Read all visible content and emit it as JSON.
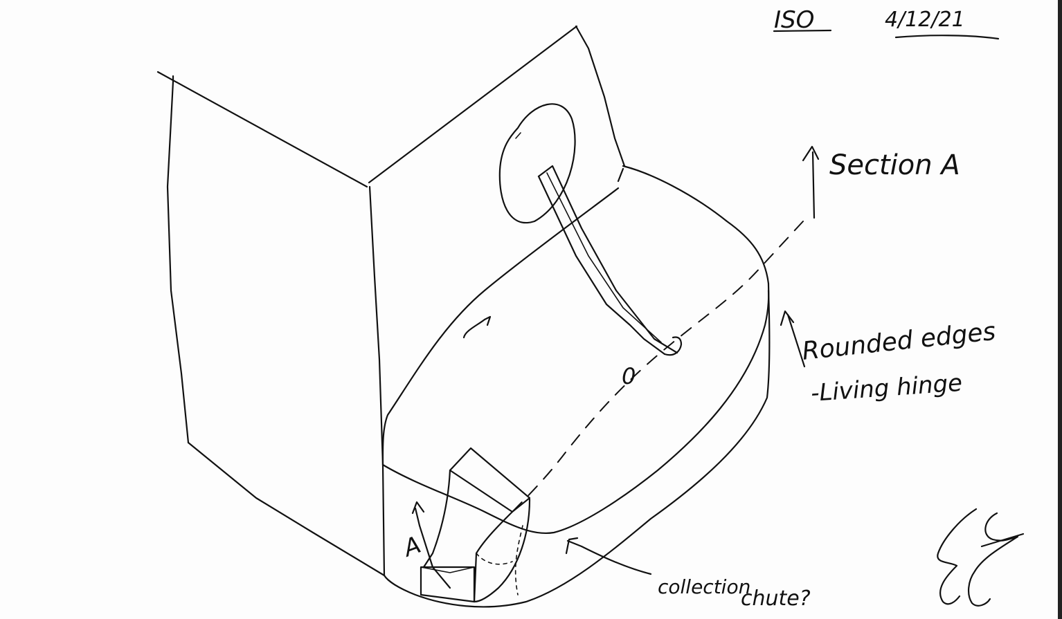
{
  "header": {
    "view_label": "ISO",
    "date": "4/12/21"
  },
  "labels": {
    "section": "Section A",
    "rounded_edges": "Rounded edges",
    "living_hinge": "-Living hinge",
    "collection": "collection",
    "chute": "chute?",
    "section_marker": "A",
    "button_mark": "0"
  },
  "signature": {
    "initials": "ES"
  },
  "colors": {
    "ink": "#111111",
    "paper": "#fdfdfd"
  }
}
